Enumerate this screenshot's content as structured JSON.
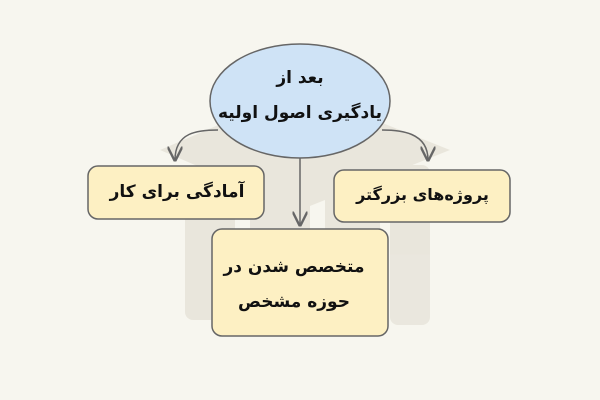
{
  "diagram": {
    "root": {
      "line1": "بعد از",
      "line2": "یادگیری اصول اولیه"
    },
    "children": {
      "left": "آمادگی برای کار",
      "right": "پروژه‌های بزرگتر",
      "bottom_line1": "متخصص شدن در",
      "bottom_line2": "حوزه مشخص"
    }
  },
  "colors": {
    "background": "#f7f6ef",
    "root_fill": "#cfe3f6",
    "node_fill": "#fdf0c3",
    "stroke": "#666666",
    "watermark": "#e7e4da"
  }
}
